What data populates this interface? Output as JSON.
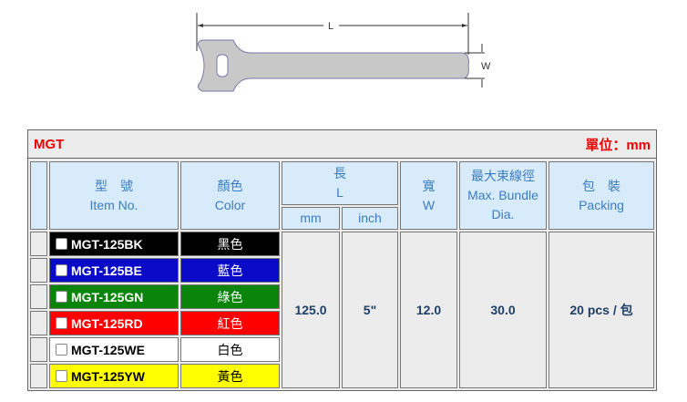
{
  "diagram": {
    "length_label": "L",
    "width_label": "W"
  },
  "table": {
    "series": "MGT",
    "unit": "單位：mm",
    "headers": {
      "item_zh": "型　號",
      "item_en": "Item No.",
      "color_zh": "顏色",
      "color_en": "Color",
      "length_zh": "長",
      "length_en": "L",
      "mm": "mm",
      "inch": "inch",
      "width_zh": "寬",
      "width_en": "W",
      "bundle_zh": "最大束線徑",
      "bundle_en": "Max. Bundle Dia.",
      "packing_zh": "包　裝",
      "packing_en": "Packing"
    },
    "rows": [
      {
        "item": "MGT-125BK",
        "color": "黑色",
        "bg": "#000000",
        "fg": "#ffffff"
      },
      {
        "item": "MGT-125BE",
        "color": "藍色",
        "bg": "#0a0ac8",
        "fg": "#ffffff"
      },
      {
        "item": "MGT-125GN",
        "color": "綠色",
        "bg": "#0a840a",
        "fg": "#ffffff"
      },
      {
        "item": "MGT-125RD",
        "color": "紅色",
        "bg": "#ff0000",
        "fg": "#ffffff"
      },
      {
        "item": "MGT-125WE",
        "color": "白色",
        "bg": "#ffffff",
        "fg": "#000000"
      },
      {
        "item": "MGT-125YW",
        "color": "黃色",
        "bg": "#ffff00",
        "fg": "#000000"
      }
    ],
    "shared": {
      "mm": "125.0",
      "inch": "5\"",
      "width": "12.0",
      "bundle": "30.0",
      "packing": "20 pcs / 包"
    }
  }
}
